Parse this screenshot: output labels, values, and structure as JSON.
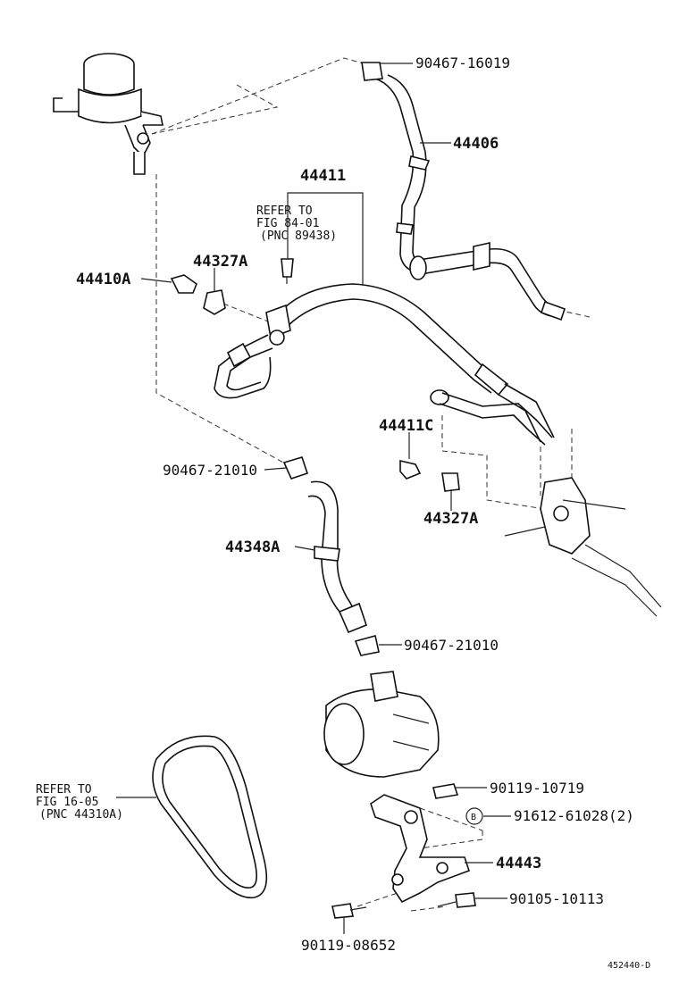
{
  "labels": {
    "l1": "90467-16019",
    "l2": "44406",
    "l3": "44411",
    "l4": "REFER TO",
    "l5": "FIG 84-01",
    "l6": "(PNC 89438)",
    "l7": "44410A",
    "l8": "44327A",
    "l9": "44411C",
    "l10": "90467-21010",
    "l11": "44327A",
    "l12": "44348A",
    "l13": "90467-21010",
    "l14": "REFER TO",
    "l15": "FIG 16-05",
    "l16": "(PNC 44310A)",
    "l17": "90119-10719",
    "l18": "B",
    "l19": "91612-61028(2)",
    "l20": "44443",
    "l21": "90105-10113",
    "l22": "90119-08652",
    "l23": "452440-D"
  }
}
